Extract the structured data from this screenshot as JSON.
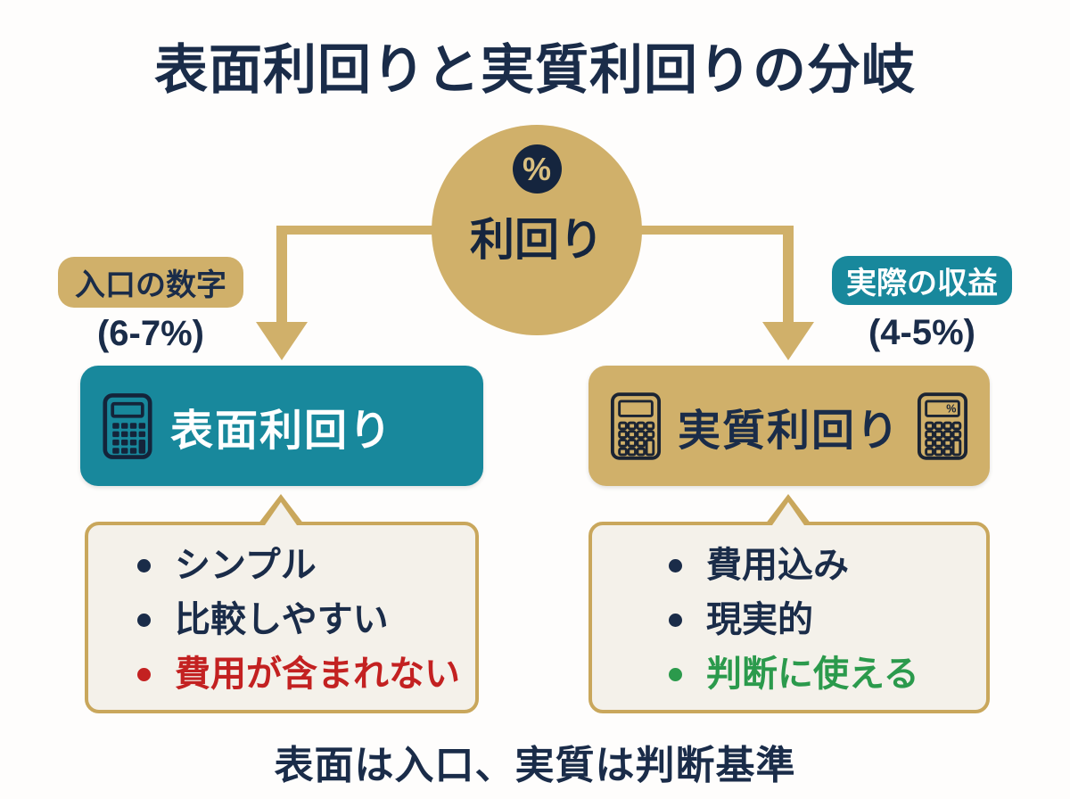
{
  "page": {
    "title": "表面利回りと実質利回りの分岐",
    "footer": "表面は入口、実質は判断基準"
  },
  "center": {
    "label": "利回り",
    "badge_symbol": "%"
  },
  "left_branch": {
    "tag": "入口の数字",
    "range": "(6-7%)",
    "box_title": "表面利回り",
    "bullets": [
      {
        "text": "シンプル",
        "color": "#1a2c49"
      },
      {
        "text": "比較しやすい",
        "color": "#1a2c49"
      },
      {
        "text": "費用が含まれない",
        "color": "#c32121"
      }
    ]
  },
  "right_branch": {
    "tag": "実際の収益",
    "range": "(4-5%)",
    "box_title": "実質利回り",
    "calc_screen_symbol": "%",
    "bullets": [
      {
        "text": "費用込み",
        "color": "#1a2c49"
      },
      {
        "text": "現実的",
        "color": "#1a2c49"
      },
      {
        "text": "判断に使える",
        "color": "#2b9a4c"
      }
    ]
  },
  "colors": {
    "gold": "#d0b06a",
    "gold_border": "#c9a75c",
    "teal": "#18889c",
    "navy": "#1a2c49",
    "cream": "#f4f1ea",
    "red": "#c32121",
    "green": "#2b9a4c",
    "background": "#fefdfc"
  }
}
